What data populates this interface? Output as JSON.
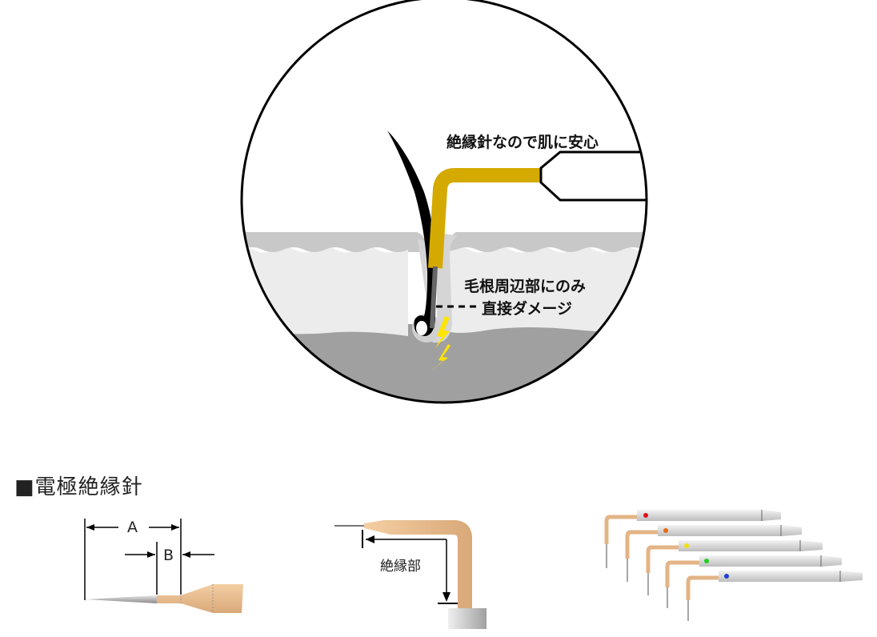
{
  "diagram": {
    "callout_top": "絶縁針なので肌に安心",
    "callout_root_line1": "毛根周辺部にのみ",
    "callout_root_line2": "直接ダメージ",
    "colors": {
      "needle_insulated": "#d4aa00",
      "needle_tip": "#777777",
      "hair": "#000000",
      "epidermis": "#c8c8c8",
      "dermis": "#ececec",
      "subcutis": "#a0a0a0",
      "spark": "#ffe500",
      "circle_outline": "#000000"
    }
  },
  "section": {
    "title": "■電極絶縁針"
  },
  "figures": {
    "dimension": {
      "label_a": "A",
      "label_b": "B"
    },
    "bent_needle": {
      "label": "絶縁部"
    },
    "needle_set": {
      "dot_colors": [
        "#e0101a",
        "#e86a10",
        "#f0e010",
        "#20d020",
        "#2040d0"
      ]
    }
  }
}
